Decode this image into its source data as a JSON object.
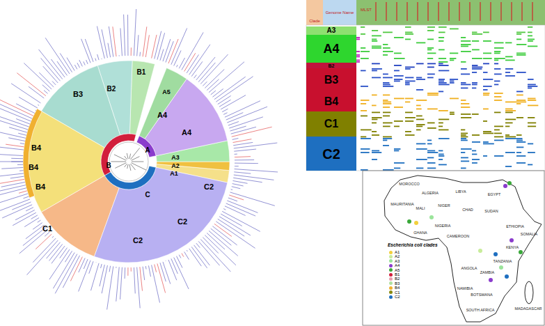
{
  "diagram": {
    "nodes": [
      {
        "text": [
          "A3"
        ]
      },
      {
        "text": [
          "A4"
        ]
      },
      {
        "text": [
          "B2"
        ]
      },
      {
        "text": [
          "B3"
        ]
      },
      {
        "text": [
          "B4"
        ]
      },
      {
        "text": [
          "C1"
        ]
      },
      {
        "text": [
          "C2"
        ]
      }
    ],
    "labels": [
      "A1",
      "A2",
      "A3",
      "A4",
      "A4",
      "A5",
      "B1",
      "B2",
      "B3",
      "B4",
      "B4",
      "B4",
      "C1",
      "C2",
      "C2",
      "C2",
      "A",
      "B",
      "C",
      "Clade",
      "Genome Name",
      "MLST",
      "Escherichia coli clades",
      "MOROCCO",
      "ALGERIA",
      "LIBYA",
      "EGYPT",
      "MAURITANIA",
      "MALI",
      "NIGER",
      "CHAD",
      "SUDAN",
      "ETHIOPIA",
      "SOMALIA",
      "NIGERIA",
      "GHANA",
      "CAMEROON",
      "KENYA",
      "TANZANIA",
      "ANGOLA",
      "ZAMBIA",
      "NAMIBIA",
      "BOTSWANA",
      "SOUTH AFRICA",
      "MADAGASCAR"
    ],
    "legend": [
      {
        "text": "A1",
        "color": "#f2d03c"
      },
      {
        "text": "A2",
        "color": "#c8ec9a"
      },
      {
        "text": "A3",
        "color": "#9be49b"
      },
      {
        "text": "A4",
        "color": "#8a3ccc"
      },
      {
        "text": "A5",
        "color": "#3aa83a"
      },
      {
        "text": "B1",
        "color": "#d21e3c"
      },
      {
        "text": "B2",
        "color": "#e8a0b0"
      },
      {
        "text": "B3",
        "color": "#b0e0a0"
      },
      {
        "text": "B4",
        "color": "#f0b030"
      },
      {
        "text": "C1",
        "color": "#8a8a10"
      },
      {
        "text": "C2",
        "color": "#1e6fc0"
      }
    ]
  }
}
